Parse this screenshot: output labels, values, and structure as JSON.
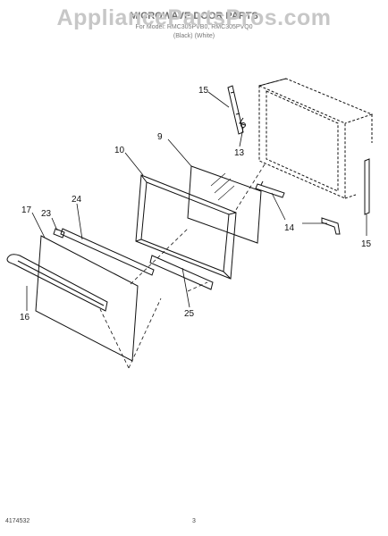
{
  "watermark": "AppliancePartsPros.com",
  "title": "MICROWAVE DOOR PARTS",
  "subtitle": "For Model: RMC305PVB0, RMC305PVQ0",
  "subtitle2": "(Black)   (White)",
  "footer": {
    "doc_number": "4174532",
    "page_number": "3"
  },
  "callouts": {
    "c9": "9",
    "c10": "10",
    "c13": "13",
    "c14": "14",
    "c15a": "15",
    "c15b": "15",
    "c16": "16",
    "c17": "17",
    "c23": "23",
    "c24": "24",
    "c25": "25"
  }
}
